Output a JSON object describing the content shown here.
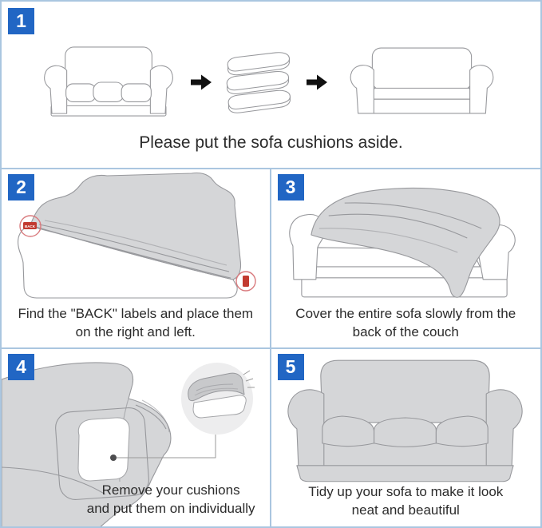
{
  "colors": {
    "accent_blue": "#2166c4",
    "panel_border": "#aac6e0",
    "diagram_gray": "#d5d6d8",
    "diagram_stroke": "#97989c",
    "label_red": "#c23a30",
    "circle_red": "#d97a7d",
    "text": "#2b2b2b"
  },
  "steps": [
    {
      "number": "1",
      "caption": "Please put the sofa cushions aside."
    },
    {
      "number": "2",
      "caption_line1": "Find the \"BACK\" labels and place them",
      "caption_line2": "on the right and left.",
      "back_label": "BACK"
    },
    {
      "number": "3",
      "caption_line1": "Cover the entire sofa slowly from the",
      "caption_line2": "back of the couch"
    },
    {
      "number": "4",
      "caption_line1": "Remove your cushions",
      "caption_line2": "and put them on individually"
    },
    {
      "number": "5",
      "caption_line1": "Tidy up your sofa to make it look",
      "caption_line2": "neat and beautiful"
    }
  ]
}
